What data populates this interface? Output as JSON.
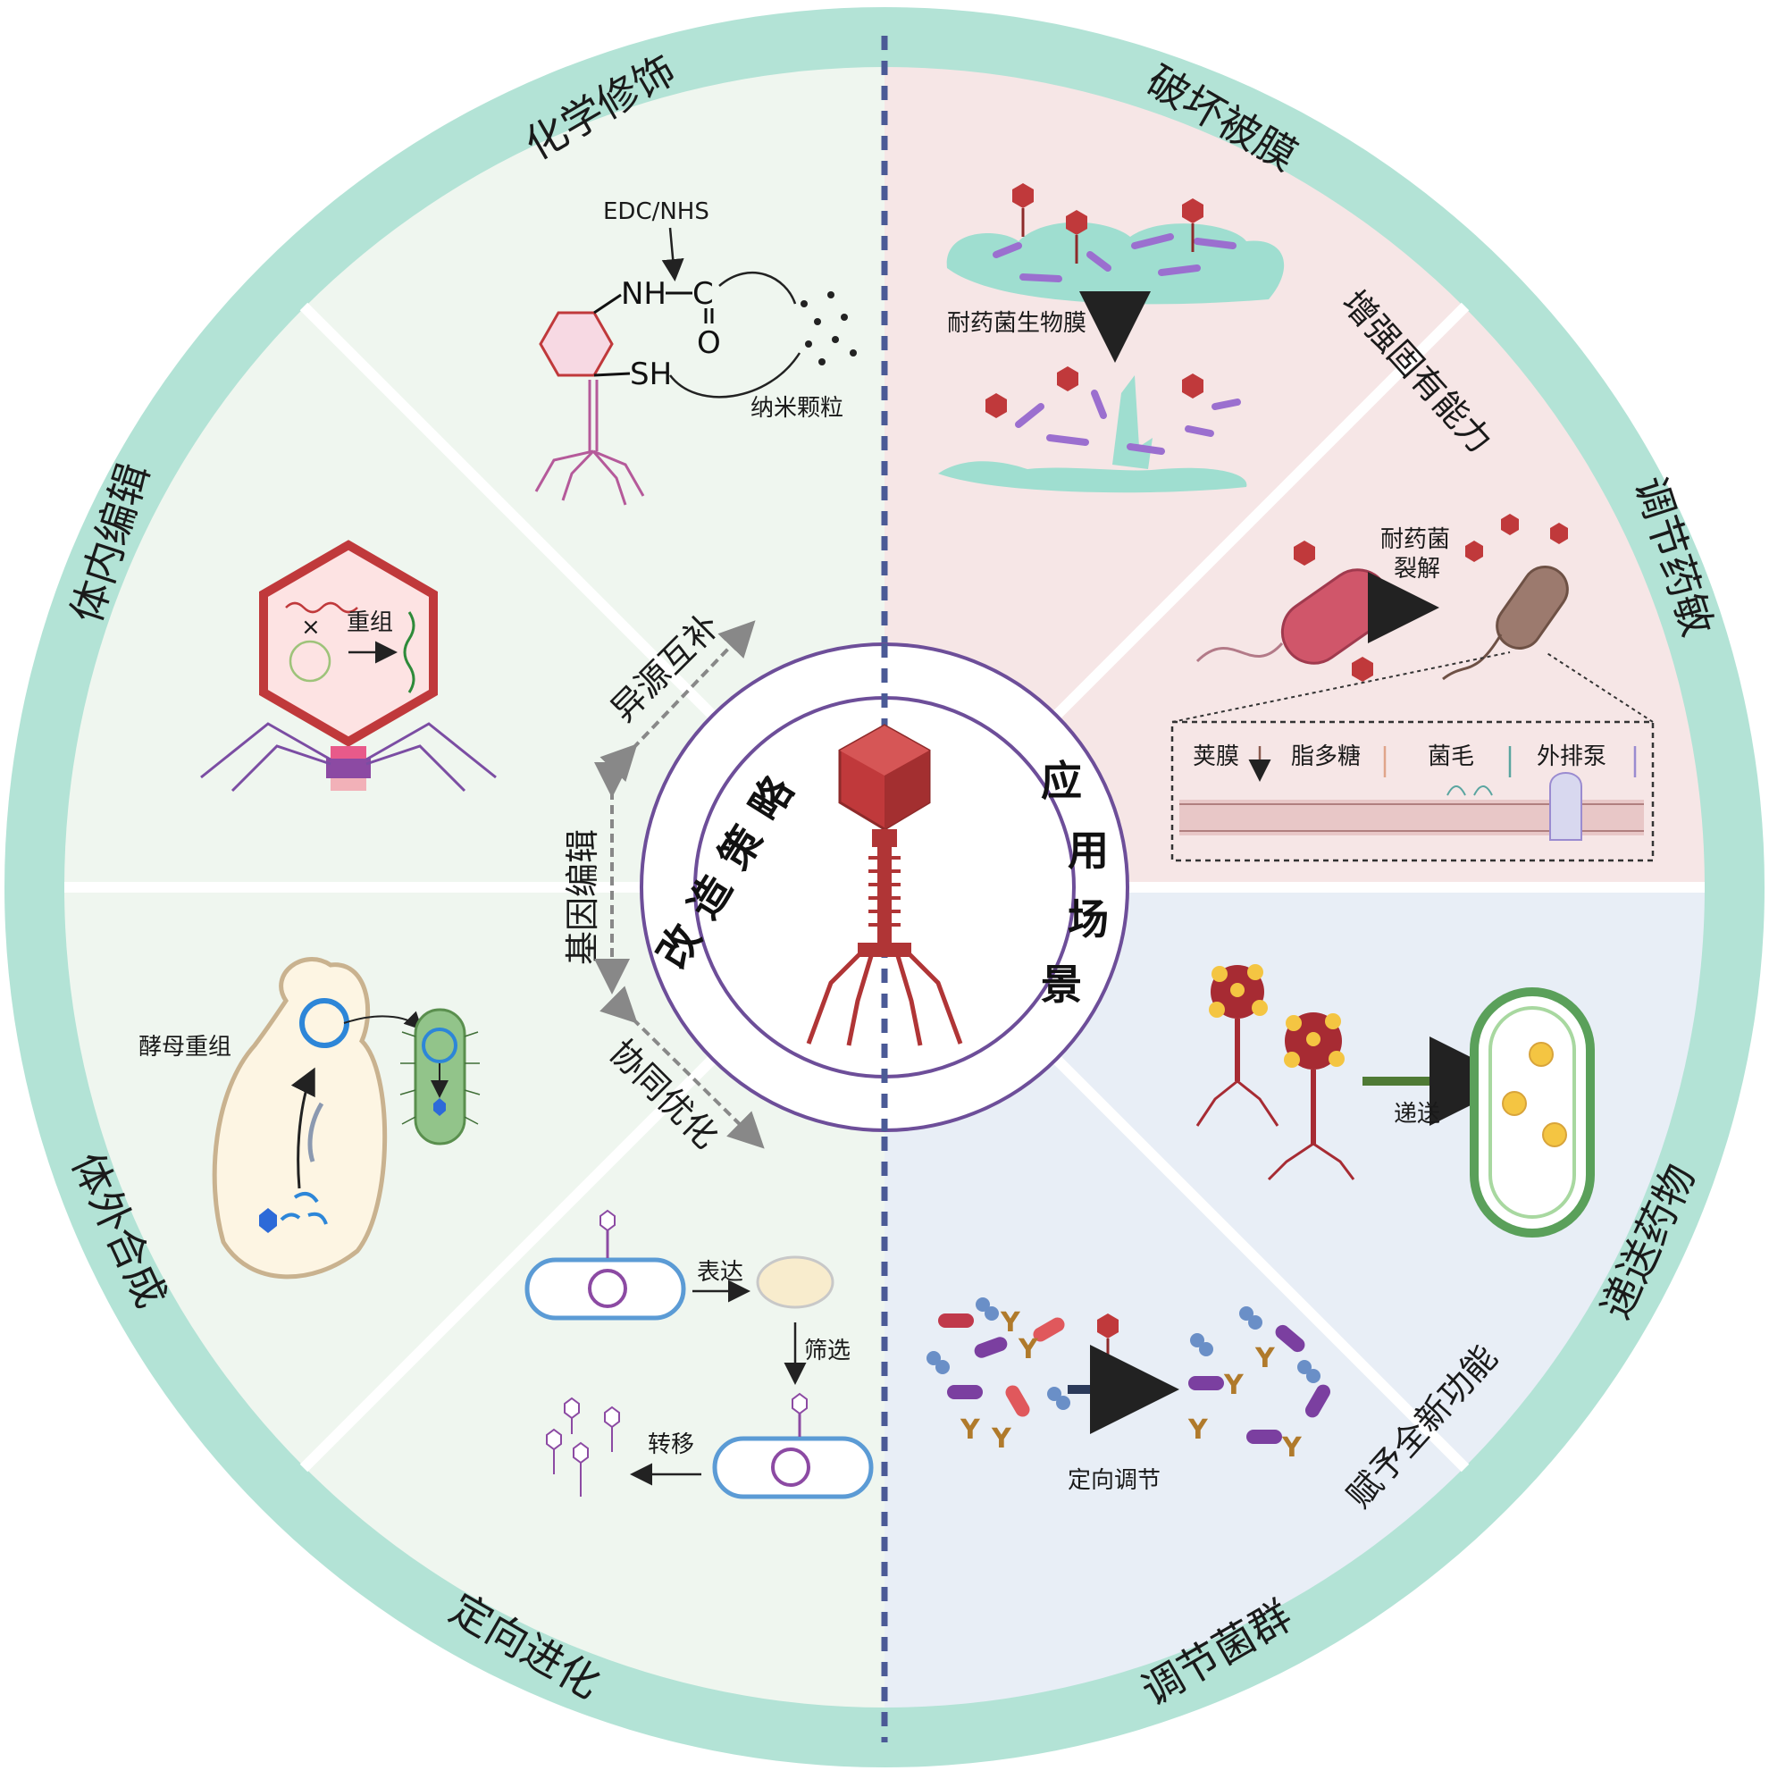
{
  "center": {
    "left_title_chars": [
      "改",
      "造",
      "策",
      "略"
    ],
    "right_title_chars": [
      "应",
      "用",
      "场",
      "景"
    ]
  },
  "outer_ring": {
    "chemical_modification": "化学修饰",
    "in_vivo_editing": "体内编辑",
    "in_vitro_synthesis": "体外合成",
    "directed_evolution": "定向进化",
    "disrupt_biofilm": "破坏被膜",
    "modulate_susceptibility": "调节药敏",
    "deliver_drugs": "递送药物",
    "regulate_flora": "调节菌群"
  },
  "inner_labels": {
    "heterologous": "异源互补",
    "gene_editing": "基因编辑",
    "synergistic": "协同优化",
    "enhance_ability": "增强固有能力",
    "new_function": "赋予全新功能"
  },
  "chemistry": {
    "reagent": "EDC/NHS",
    "nh": "NH",
    "c": "C",
    "o": "O",
    "sh": "SH",
    "nanoparticle": "纳米颗粒"
  },
  "recombination": {
    "label": "重组",
    "cross": "×"
  },
  "yeast": {
    "label": "酵母重组"
  },
  "evolution": {
    "express": "表达",
    "screen": "筛选",
    "transfer": "转移"
  },
  "biofilm": {
    "label": "耐药菌生物膜"
  },
  "lysis": {
    "label_line1": "耐药菌",
    "label_line2": "裂解"
  },
  "membrane_targets": [
    "荚膜",
    "脂多糖",
    "菌毛",
    "外排泵"
  ],
  "delivery": {
    "label": "递送"
  },
  "flora": {
    "label": "定向调节"
  },
  "colors": {
    "ring": "#b3e3d6",
    "left_quadrant": "#eff6ef",
    "top_right": "#f6e6e6",
    "bottom_right": "#e8eef6",
    "phage_red": "#c0393b",
    "divider": "#4b5a96",
    "purple_ring": "#6d4e99"
  }
}
